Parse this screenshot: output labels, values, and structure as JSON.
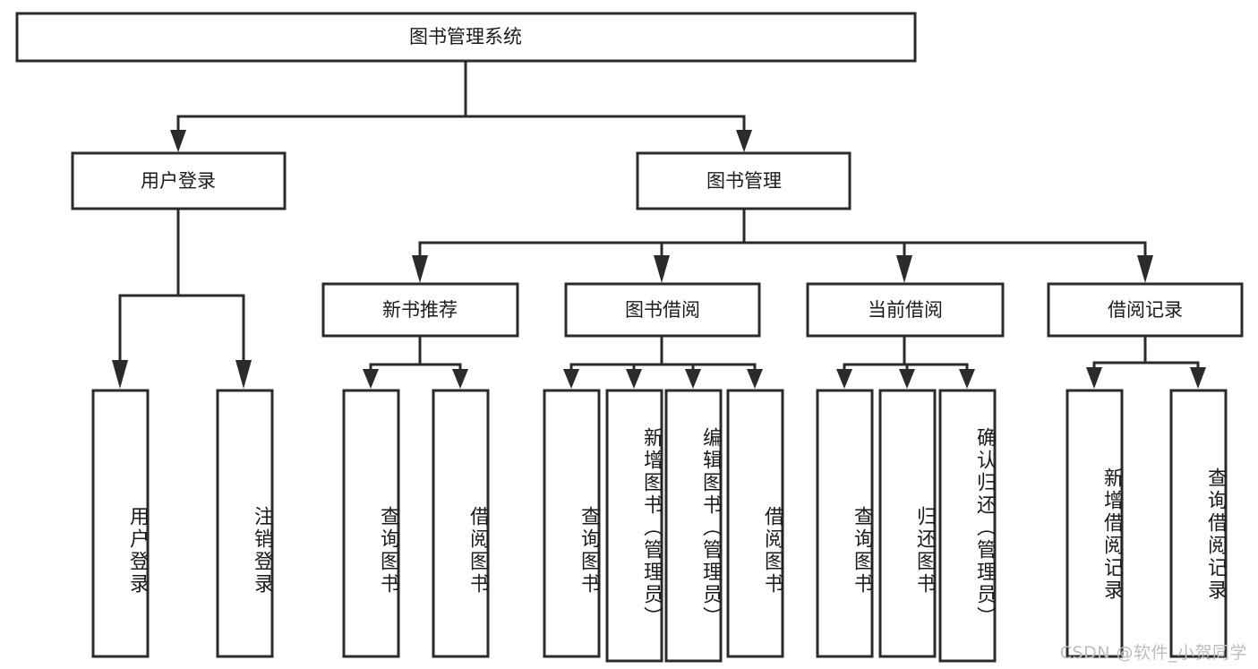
{
  "diagram": {
    "title": "图书管理系统",
    "type": "hierarchy-tree",
    "orientation": "top-down",
    "colors": {
      "box_stroke": "#2b2b2b",
      "box_fill": "#ffffff",
      "connector": "#2b2b2b",
      "text": "#1b1b1b",
      "watermark": "#bdbdbd",
      "background": "#ffffff"
    },
    "root": {
      "label": "图书管理系统"
    },
    "level2": [
      {
        "label": "用户登录"
      },
      {
        "label": "图书管理"
      }
    ],
    "level3": [
      {
        "label": "新书推荐"
      },
      {
        "label": "图书借阅"
      },
      {
        "label": "当前借阅"
      },
      {
        "label": "借阅记录"
      }
    ],
    "leaves": {
      "user_login": [
        {
          "label": "用户登录"
        },
        {
          "label": "注销登录"
        }
      ],
      "new_book_recommend": [
        {
          "label": "查询图书"
        },
        {
          "label": "借阅图书"
        }
      ],
      "book_borrow": [
        {
          "label": "查询图书"
        },
        {
          "label": "新增图书（管理员）"
        },
        {
          "label": "编辑图书（管理员）"
        },
        {
          "label": "借阅图书"
        }
      ],
      "current_borrow": [
        {
          "label": "查询图书"
        },
        {
          "label": "归还图书"
        },
        {
          "label": "确认归还（管理员）"
        }
      ],
      "borrow_record": [
        {
          "label": "新增借阅记录"
        },
        {
          "label": "查询借阅记录"
        }
      ]
    }
  },
  "watermark": {
    "text": "CSDN @软件_小贺同学"
  }
}
